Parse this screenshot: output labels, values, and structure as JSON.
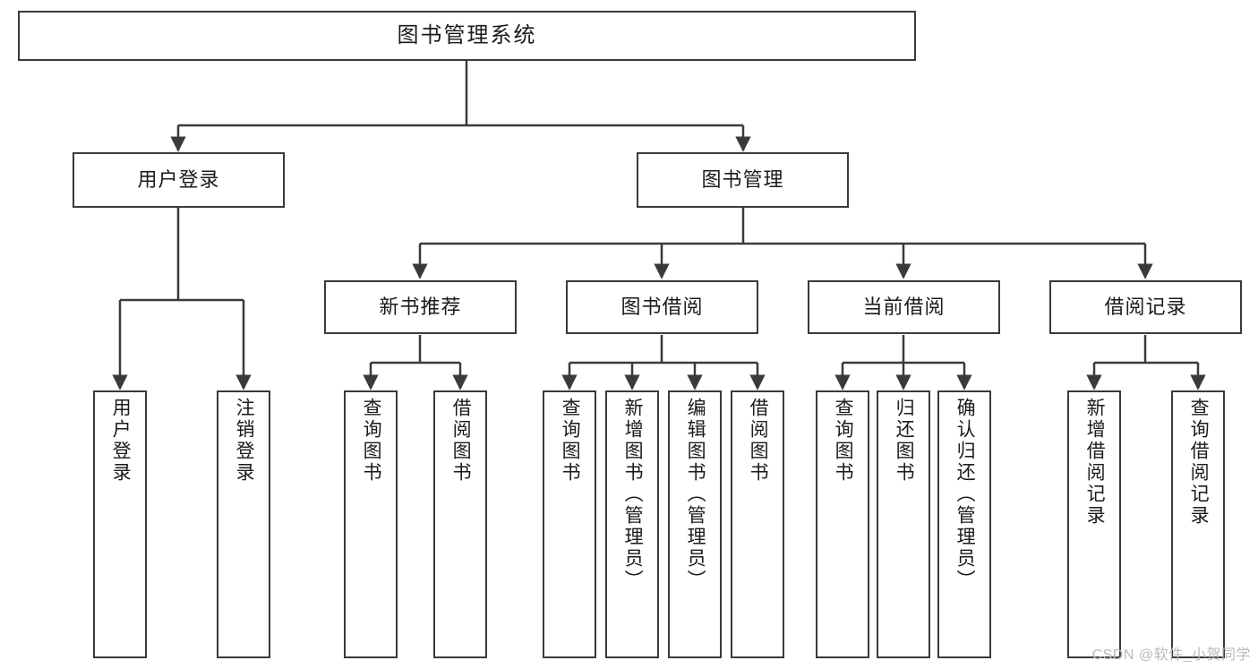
{
  "diagram": {
    "title": "图书管理系统",
    "type": "hierarchy-tree",
    "watermark": "CSDN @软件_小贺同学",
    "stroke_color": "#3a3a3a",
    "background_color": "#ffffff",
    "text_color": "#1b1b1b"
  },
  "nodes": {
    "root": {
      "label": "图书管理系统"
    },
    "level2": [
      {
        "label": "用户登录"
      },
      {
        "label": "图书管理"
      }
    ],
    "level3": [
      {
        "label": "新书推荐"
      },
      {
        "label": "图书借阅"
      },
      {
        "label": "当前借阅"
      },
      {
        "label": "借阅记录"
      }
    ],
    "leaves": {
      "user_login": [
        {
          "label": "用户登录"
        },
        {
          "label": "注销登录"
        }
      ],
      "new_book_recommend": [
        {
          "label": "查询图书"
        },
        {
          "label": "借阅图书"
        }
      ],
      "book_borrow": [
        {
          "label": "查询图书"
        },
        {
          "label": "新增图书（管理员）"
        },
        {
          "label": "编辑图书（管理员）"
        },
        {
          "label": "借阅图书"
        }
      ],
      "current_borrow": [
        {
          "label": "查询图书"
        },
        {
          "label": "归还图书"
        },
        {
          "label": "确认归还（管理员）"
        }
      ],
      "borrow_record": [
        {
          "label": "新增借阅记录"
        },
        {
          "label": "查询借阅记录"
        }
      ]
    }
  }
}
